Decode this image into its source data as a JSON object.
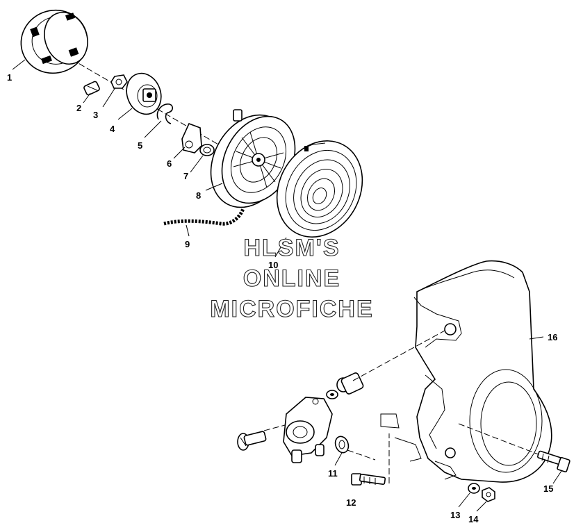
{
  "callouts": [
    {
      "id": "1",
      "label": "1",
      "part": "starter-cup"
    },
    {
      "id": "2",
      "label": "2",
      "part": "bolt"
    },
    {
      "id": "3",
      "label": "3",
      "part": "nut"
    },
    {
      "id": "4",
      "label": "4",
      "part": "pawl-plate"
    },
    {
      "id": "5",
      "label": "5",
      "part": "spring-clip"
    },
    {
      "id": "6",
      "label": "6",
      "part": "pawl"
    },
    {
      "id": "7",
      "label": "7",
      "part": "pawl-spring"
    },
    {
      "id": "8",
      "label": "8",
      "part": "starter-pulley"
    },
    {
      "id": "9",
      "label": "9",
      "part": "starter-rope"
    },
    {
      "id": "10",
      "label": "10",
      "part": "recoil-spring"
    },
    {
      "id": "11",
      "label": "11",
      "part": "washer"
    },
    {
      "id": "12",
      "label": "12",
      "part": "bolt"
    },
    {
      "id": "13",
      "label": "13",
      "part": "washer"
    },
    {
      "id": "14",
      "label": "14",
      "part": "nut"
    },
    {
      "id": "15",
      "label": "15",
      "part": "screw"
    },
    {
      "id": "16",
      "label": "16",
      "part": "fan-housing"
    }
  ],
  "watermark": {
    "line1": "HLSM'S",
    "line2": "ONLINE",
    "line3": "MICROFICHE"
  },
  "colors": {
    "ink": "#000000",
    "paper": "#ffffff"
  }
}
